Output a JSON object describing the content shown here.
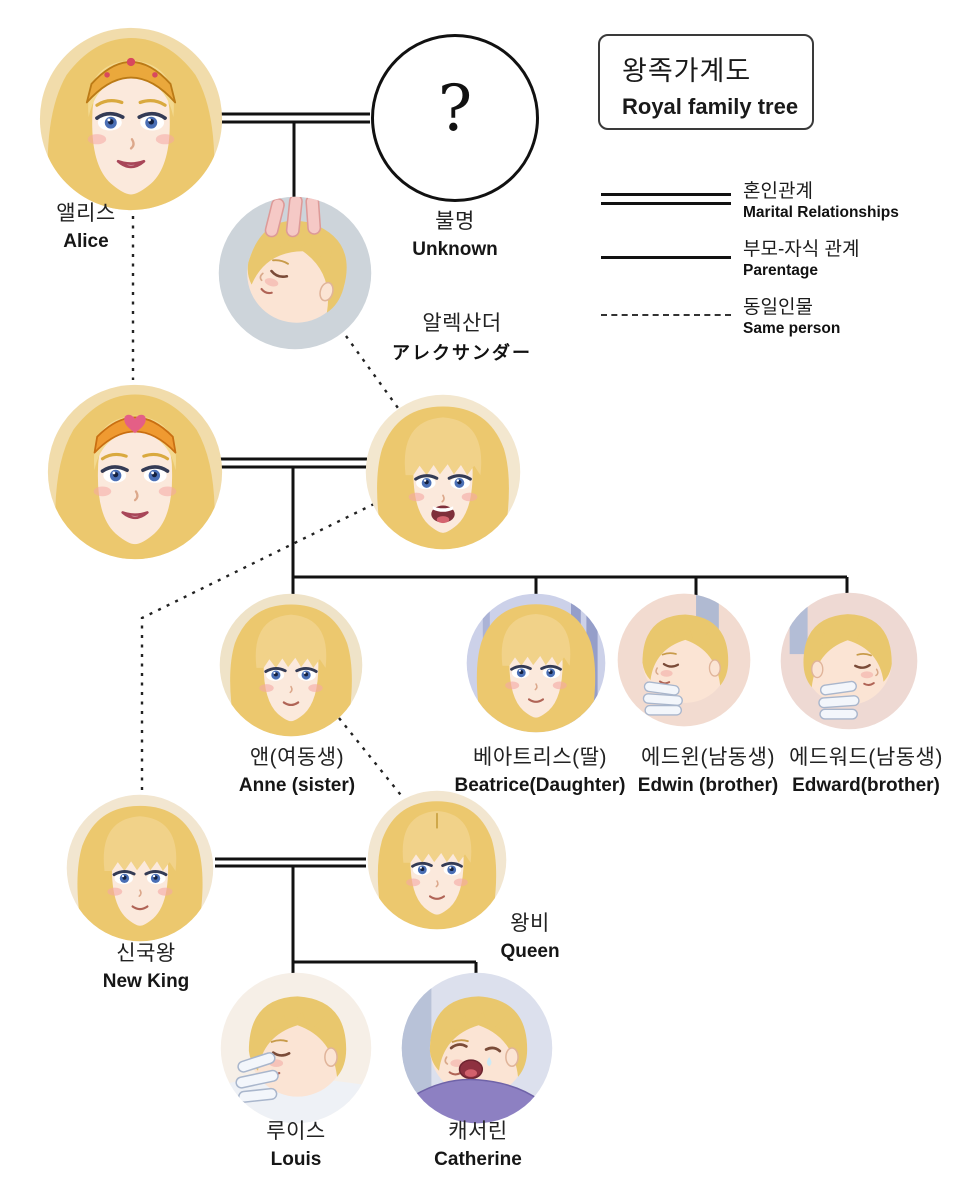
{
  "title": {
    "ko": "왕족가계도",
    "en": "Royal family tree"
  },
  "legend": {
    "marriage": {
      "ko": "혼인관계",
      "en": "Marital Relationships"
    },
    "parentage": {
      "ko": "부모-자식 관계",
      "en": "Parentage"
    },
    "same_person": {
      "ko": "동일인물",
      "en": "Same person"
    }
  },
  "persons": {
    "alice": {
      "ko": "앨리스",
      "en": "Alice",
      "portrait": "blonde-woman-gold-tiara"
    },
    "unknown": {
      "ko": "불명",
      "en": "Unknown",
      "mark": "?",
      "portrait": "question-mark-circle"
    },
    "alexander_baby": {
      "ko": "알렉산더",
      "ja": "アレクサンダー",
      "portrait": "baby-head-patted"
    },
    "alice_elder": {
      "portrait": "blonde-woman-orange-heart-tiara"
    },
    "alexander_adult": {
      "portrait": "blonde-bob-open-smile"
    },
    "anne": {
      "ko": "앤(여동생)",
      "en": "Anne (sister)",
      "portrait": "blonde-side-bangs-smile"
    },
    "beatrice": {
      "ko": "베아트리스(딸)",
      "en": "Beatrice(Daughter)",
      "portrait": "blonde-long-hair-curtain"
    },
    "edwin": {
      "ko": "에드윈(남동생)",
      "en": "Edwin (brother)",
      "portrait": "sleeping-baby-glove"
    },
    "edward": {
      "ko": "에드워드(남동생)",
      "en": "Edward(brother)",
      "portrait": "sleeping-baby-glove-mirrored"
    },
    "new_king": {
      "ko": "신국왕",
      "en": "New King",
      "portrait": "blonde-bob-smile"
    },
    "queen": {
      "ko": "왕비",
      "en": "Queen",
      "portrait": "blonde-bob-smile"
    },
    "louis": {
      "ko": "루이스",
      "en": "Louis",
      "portrait": "sleeping-baby-caressed"
    },
    "catherine": {
      "ko": "캐서린",
      "en": "Catherine",
      "portrait": "crying-baby-purple"
    }
  },
  "relations": [
    {
      "type": "marriage",
      "between": [
        "alice",
        "unknown"
      ]
    },
    {
      "type": "parentage",
      "parents": [
        "alice",
        "unknown"
      ],
      "children": [
        "alexander_baby"
      ]
    },
    {
      "type": "same_person",
      "between": [
        "alice",
        "alice_elder"
      ]
    },
    {
      "type": "same_person",
      "between": [
        "alexander_baby",
        "alexander_adult"
      ]
    },
    {
      "type": "marriage",
      "between": [
        "alice_elder",
        "alexander_adult"
      ]
    },
    {
      "type": "parentage",
      "parents": [
        "alice_elder",
        "alexander_adult"
      ],
      "children": [
        "anne",
        "beatrice",
        "edwin",
        "edward"
      ]
    },
    {
      "type": "same_person",
      "between": [
        "alexander_adult",
        "new_king"
      ]
    },
    {
      "type": "same_person",
      "between": [
        "anne",
        "queen"
      ]
    },
    {
      "type": "marriage",
      "between": [
        "new_king",
        "queen"
      ]
    },
    {
      "type": "parentage",
      "parents": [
        "new_king",
        "queen"
      ],
      "children": [
        "louis",
        "catherine"
      ]
    }
  ],
  "colors": {
    "line": "#111111",
    "hair": "#ecc86e",
    "skin": "#fbe9dc",
    "eyes": "#4a6fb5",
    "border": "#3a3a3a"
  }
}
